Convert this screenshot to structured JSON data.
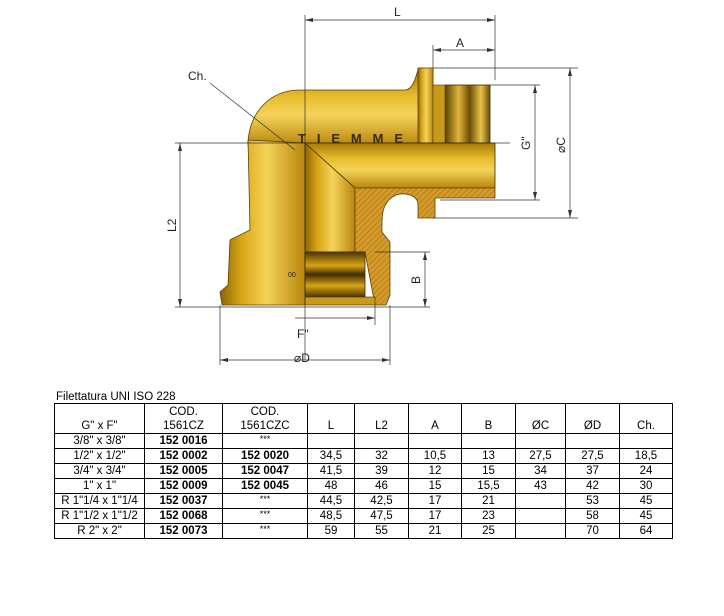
{
  "drawing": {
    "logo_text": "TIEMME",
    "labels": {
      "L": "L",
      "A": "A",
      "Ch": "Ch.",
      "G": "G\"",
      "C": "⌀C",
      "L2": "L2",
      "B": "B",
      "F": "F\"",
      "D": "⌀D"
    },
    "colors": {
      "brass": "#d9a514",
      "brass_light": "#f5d35a",
      "brass_dark": "#8a6505",
      "section_hatch": "#c48a1a"
    }
  },
  "caption": "Filettatura UNI ISO 228",
  "table": {
    "headers": [
      {
        "top": "",
        "bottom": "G\" x F\""
      },
      {
        "top": "COD.",
        "bottom": "1561CZ"
      },
      {
        "top": "COD.",
        "bottom": "1561CZC"
      },
      {
        "top": "",
        "bottom": "L"
      },
      {
        "top": "",
        "bottom": "L2"
      },
      {
        "top": "",
        "bottom": "A"
      },
      {
        "top": "",
        "bottom": "B"
      },
      {
        "top": "",
        "bottom": "ØC"
      },
      {
        "top": "",
        "bottom": "ØD"
      },
      {
        "top": "",
        "bottom": "Ch."
      }
    ],
    "rows": [
      [
        "3/8\" x 3/8\"",
        "152 0016",
        "***",
        "",
        "",
        "",
        "",
        "",
        "",
        ""
      ],
      [
        "1/2\" x 1/2\"",
        "152 0002",
        "152 0020",
        "34,5",
        "32",
        "10,5",
        "13",
        "27,5",
        "27,5",
        "18,5"
      ],
      [
        "3/4\" x 3/4\"",
        "152 0005",
        "152 0047",
        "41,5",
        "39",
        "12",
        "15",
        "34",
        "37",
        "24"
      ],
      [
        "1\" x 1\"",
        "152 0009",
        "152 0045",
        "48",
        "46",
        "15",
        "15,5",
        "43",
        "42",
        "30"
      ],
      [
        "R 1\"1/4 x 1\"1/4",
        "152 0037",
        "***",
        "44,5",
        "42,5",
        "17",
        "21",
        "",
        "53",
        "45"
      ],
      [
        "R 1\"1/2 x 1\"1/2",
        "152 0068",
        "***",
        "48,5",
        "47,5",
        "17",
        "23",
        "",
        "58",
        "45"
      ],
      [
        "R 2\" x 2\"",
        "152 0073",
        "***",
        "59",
        "55",
        "21",
        "25",
        "",
        "70",
        "64"
      ]
    ]
  }
}
